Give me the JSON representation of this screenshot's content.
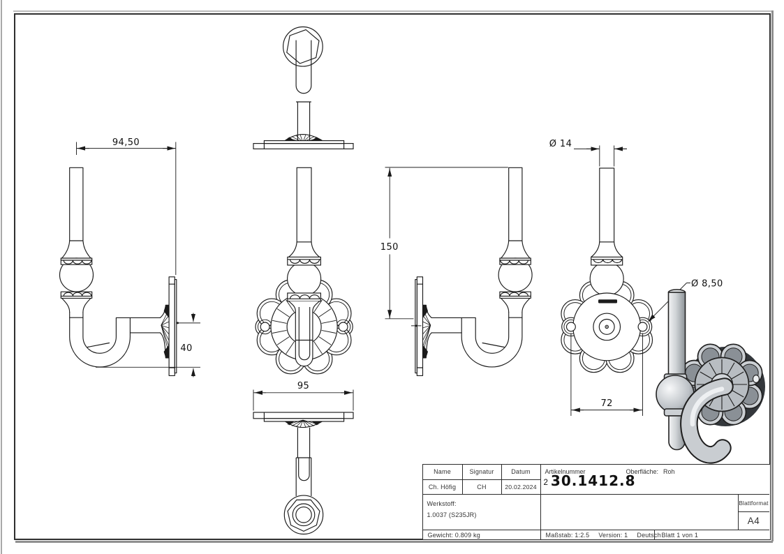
{
  "drawing": {
    "dim_width_top": "94,50",
    "dim_drop": "40",
    "dim_plate_width": "95",
    "dim_height": "150",
    "dim_post_dia": "Ø 14",
    "dim_hole_spacing": "72",
    "dim_hole_dia": "Ø 8,50"
  },
  "title_block": {
    "col_name_label": "Name",
    "col_signatur_label": "Signatur",
    "col_datum_label": "Datum",
    "name": "Ch. Höfig",
    "signatur": "CH",
    "datum": "20.02.2024",
    "artikelnummer_label": "Artikelnummer",
    "artikelnummer_sup": "2",
    "artikelnummer": "30.1412.8",
    "oberflaeche_label": "Oberfläche:",
    "oberflaeche_value": "Roh",
    "werkstoff_label": "Werkstoff:",
    "werkstoff_value": "1.0037 (S235JR)",
    "gewicht": "Gewicht: 0.809 kg",
    "massstab": "Maßstab: 1:2.5",
    "version": "Version: 1",
    "sprache": "Deutsch",
    "blatt": "Blatt 1 von 1",
    "blattformat_label": "Blattformat",
    "blattformat_value": "A4"
  }
}
